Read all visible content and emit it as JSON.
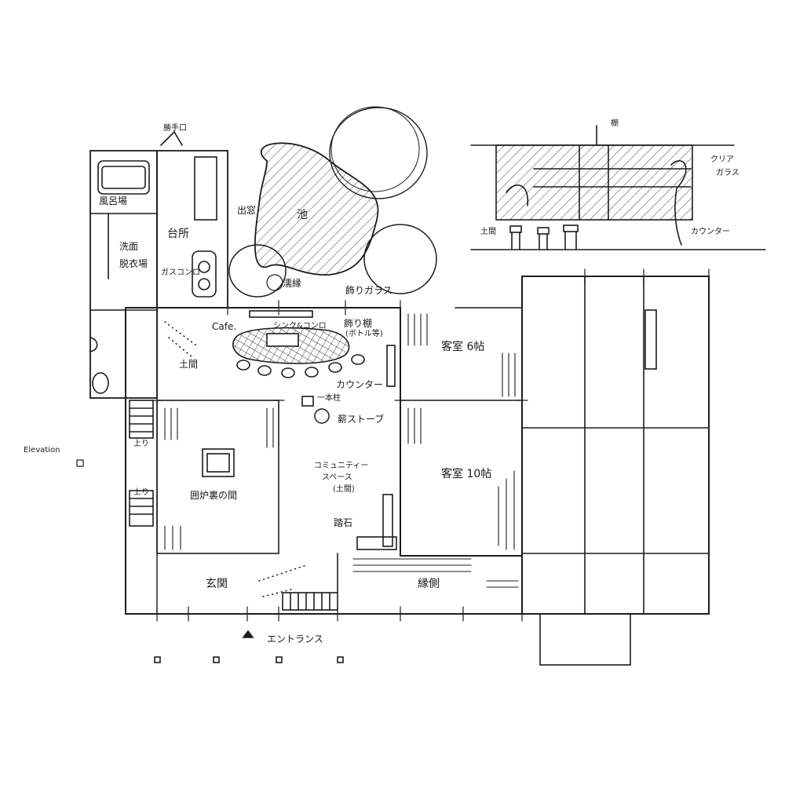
{
  "labels": {
    "bath": "風呂場",
    "wash": "洗面",
    "dressing": "脱衣場",
    "kitchen_door": "勝手口",
    "kitchen": "台所",
    "storage": "出窓",
    "gas": "ガスコンロ",
    "pond": "池",
    "veranda": "濡縁",
    "glass_case": "飾りガラス",
    "cafe": "Cafe.",
    "sink": "シンク&コンロ",
    "shelf": "飾り棚",
    "shelf_note": "(ボトル等)",
    "counter": "カウンター",
    "doma": "土間",
    "pillar": "一本柱",
    "stove": "薪ストーブ",
    "guest6": "客室 6帖",
    "guest10": "客室 10帖",
    "community": "コミュニティー",
    "space": "スペース",
    "doma_paren": "(土間)",
    "irori": "囲炉裏の間",
    "stepstone": "踏石",
    "genkan": "玄関",
    "engawa": "縁側",
    "entrance": "エントランス",
    "up1": "上り",
    "up2": "上り",
    "elevation": "Elevation"
  },
  "elevation": {
    "shelf": "棚",
    "doma": "土間",
    "glass": "クリア",
    "glass2": "ガラス",
    "counter": "カウンター"
  }
}
